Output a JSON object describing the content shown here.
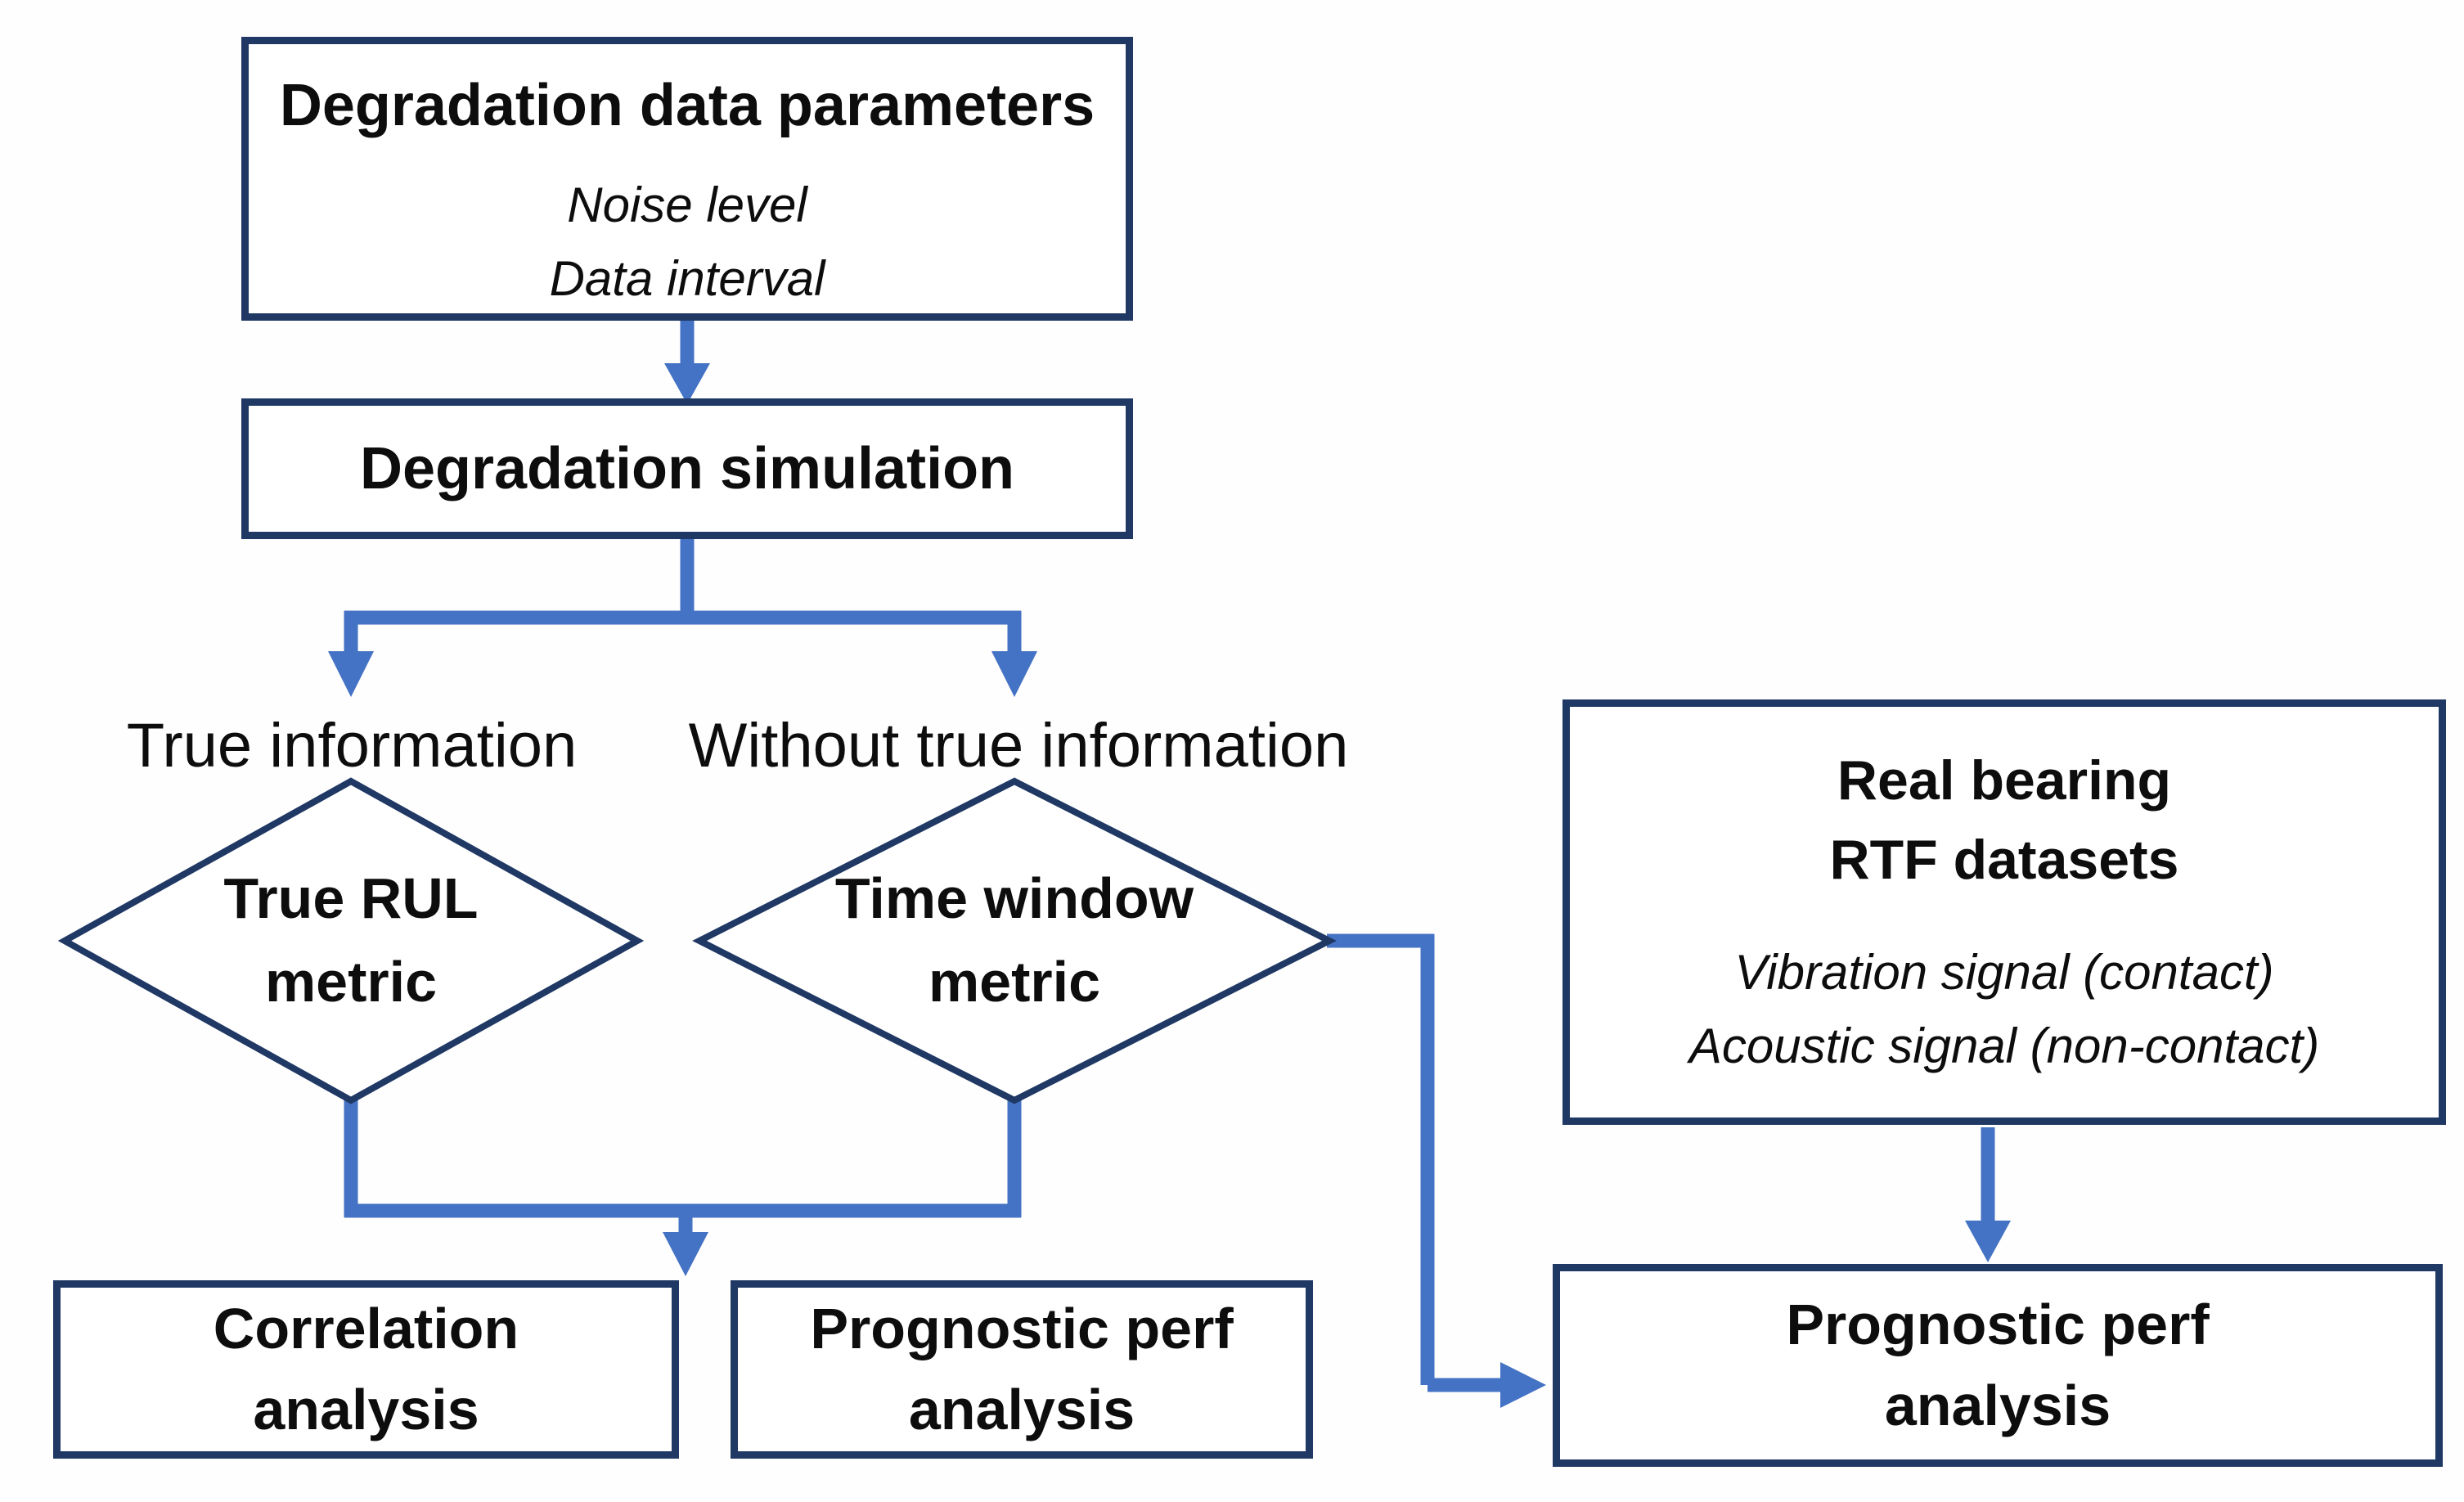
{
  "palette": {
    "border_navy": "#1f3864",
    "arrow_blue": "#4472c4",
    "text_black": "#0d0d0d",
    "background": "#fefefe"
  },
  "flowchart": {
    "top_box": {
      "title": "Degradation data parameters",
      "items": [
        "Noise level",
        "Data interval"
      ]
    },
    "simulation_box": {
      "title": "Degradation simulation"
    },
    "branches": {
      "left_label": "True information",
      "right_label": "Without true information"
    },
    "diamonds": {
      "left": {
        "line1": "True RUL",
        "line2": "metric"
      },
      "right": {
        "line1": "Time window",
        "line2": "metric"
      }
    },
    "bottom_left_box": {
      "line1": "Correlation",
      "line2": "analysis"
    },
    "bottom_mid_box": {
      "line1": "Prognostic perf",
      "line2": "analysis"
    },
    "real_bearing_box": {
      "line1": "Real bearing",
      "line2": "RTF datasets",
      "items": [
        "Vibration signal (contact)",
        "Acoustic signal (non-contact)"
      ]
    },
    "bottom_right_box": {
      "line1": "Prognostic perf",
      "line2": "analysis"
    }
  }
}
